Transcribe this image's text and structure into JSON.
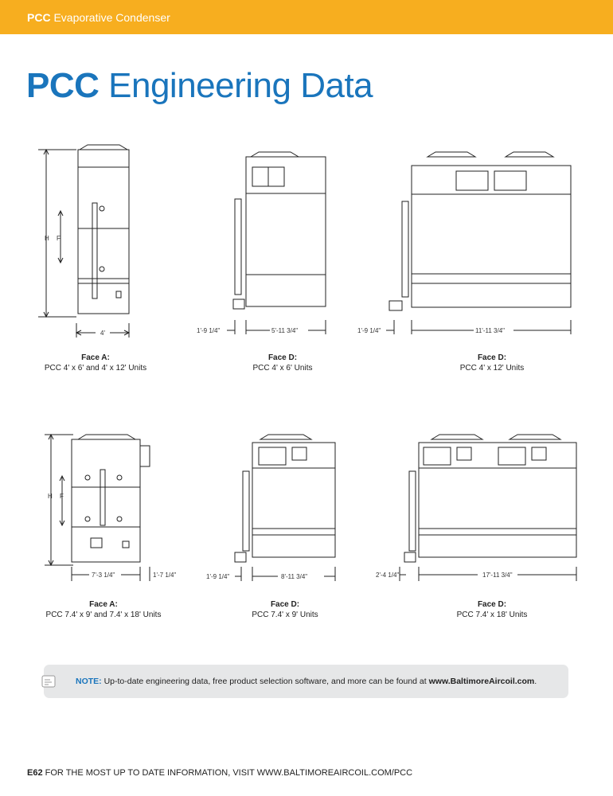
{
  "header": {
    "brand": "PCC",
    "subtitle": "Evaporative Condenser"
  },
  "title": {
    "brand": "PCC",
    "text": "Engineering Data"
  },
  "figures": [
    {
      "face": "Face A:",
      "model": "PCC 4' x 6' and 4' x 12' Units",
      "dims": [
        "4'"
      ],
      "h": "H",
      "f": "F"
    },
    {
      "face": "Face D:",
      "model": "PCC 4' x 6' Units",
      "dims": [
        "1'-9 1/4\"",
        "5'-11 3/4\""
      ]
    },
    {
      "face": "Face D:",
      "model": "PCC 4' x 12' Units",
      "dims": [
        "1'-9 1/4\"",
        "11'-11 3/4\""
      ]
    },
    {
      "face": "Face A:",
      "model": "PCC 7.4' x 9' and 7.4' x 18' Units",
      "dims": [
        "7'-3 1/4\"",
        "1'-7 1/4\""
      ],
      "h": "H",
      "f": "F"
    },
    {
      "face": "Face D:",
      "model": "PCC 7.4' x 9' Units",
      "dims": [
        "1'-9 1/4\"",
        "8'-11 3/4\""
      ]
    },
    {
      "face": "Face D:",
      "model": "PCC 7.4' x 18' Units",
      "dims": [
        "2'-4 1/4\"",
        "17'-11 3/4\""
      ]
    }
  ],
  "note": {
    "label": "NOTE:",
    "text": "Up-to-date engineering data, free product selection software, and more can be found at",
    "url": "www.BaltimoreAircoil.com",
    "end": "."
  },
  "footer": {
    "page": "E62",
    "text": "FOR THE MOST UP TO DATE INFORMATION, VISIT WWW.BALTIMOREAIRCOIL.COM/PCC"
  }
}
